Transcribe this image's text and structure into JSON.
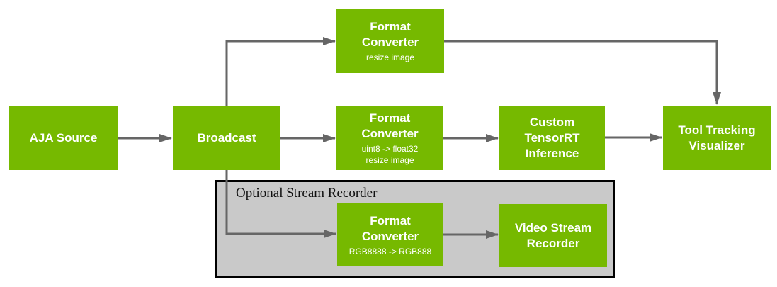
{
  "diagram": {
    "group": {
      "label": "Optional Stream Recorder"
    },
    "nodes": {
      "aja_source": {
        "title": "AJA Source"
      },
      "broadcast": {
        "title": "Broadcast"
      },
      "format_converter_top": {
        "title": "Format\nConverter",
        "subtitle": "resize image"
      },
      "format_converter_mid": {
        "title": "Format\nConverter",
        "subtitle": "uint8 -> float32\nresize image"
      },
      "tensorrt_inference": {
        "title": "Custom\nTensorRT\nInference"
      },
      "tool_tracking_visualizer": {
        "title": "Tool Tracking\nVisualizer"
      },
      "format_converter_recorder": {
        "title": "Format\nConverter",
        "subtitle": "RGB8888 -> RGB888"
      },
      "video_stream_recorder": {
        "title": "Video Stream\nRecorder"
      }
    },
    "colors": {
      "node_fill": "#76b900",
      "node_text": "#ffffff",
      "connector": "#666666",
      "group_fill": "#c9c9c9",
      "group_border": "#000000",
      "background": "#ffffff"
    }
  }
}
